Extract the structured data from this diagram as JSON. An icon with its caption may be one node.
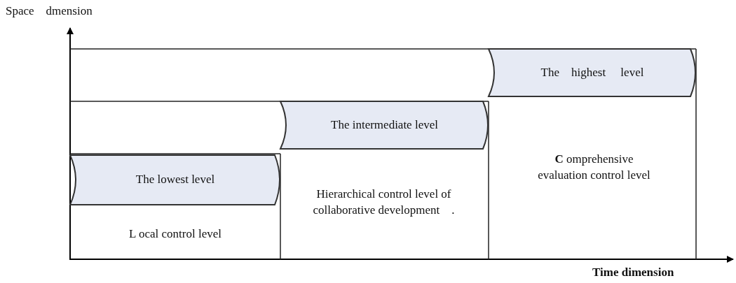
{
  "diagram": {
    "nodes": [
      {
        "text": [
          "The    highest     level"
        ]
      },
      {
        "text": [
          "The intermediate level"
        ]
      },
      {
        "text": [
          "The lowest level"
        ]
      },
      {
        "text": [
          "**C** omprehensive evaluation control level"
        ]
      },
      {
        "text": [
          "Hierarchical control level of collaborative development    ."
        ]
      },
      {
        "text": [
          "L ocal control level"
        ]
      }
    ],
    "labels": [
      "Space    dmension",
      "Time dimension"
    ]
  }
}
